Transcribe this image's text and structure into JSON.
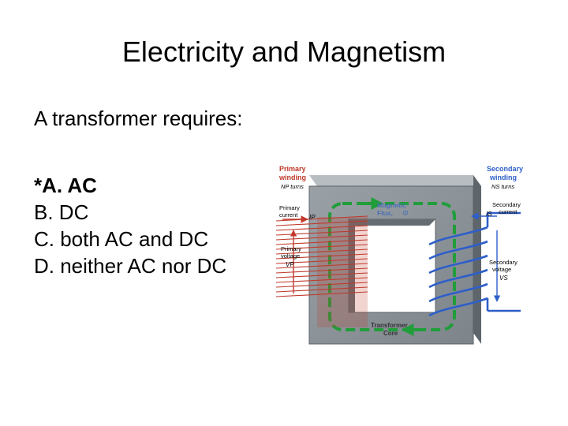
{
  "slide": {
    "title": "Electricity and Magnetism",
    "question": "A transformer requires:",
    "options": [
      {
        "text": "*A. AC",
        "correct": true
      },
      {
        "text": "B. DC",
        "correct": false
      },
      {
        "text": "C. both AC and DC",
        "correct": false
      },
      {
        "text": "D. neither AC nor DC",
        "correct": false
      }
    ]
  },
  "diagram": {
    "primary_winding": [
      "Primary",
      "winding"
    ],
    "primary_turns": "NP turns",
    "secondary_winding": [
      "Secondary",
      "winding"
    ],
    "secondary_turns": "NS turns",
    "primary_current": [
      "Primary",
      "current"
    ],
    "primary_current_symbol": "IP",
    "primary_voltage": [
      "Primary",
      "voltage"
    ],
    "primary_voltage_symbol": "VP",
    "magnetic_flux": [
      "Magnetic",
      "Flux,"
    ],
    "flux_symbol": "Φ",
    "secondary_current": [
      "Secondary",
      "current"
    ],
    "secondary_current_symbol": "IS",
    "secondary_voltage": [
      "Secondary",
      "voltage"
    ],
    "secondary_voltage_symbol": "VS",
    "core_label": [
      "Transformer",
      "Core"
    ],
    "colors": {
      "primary": "#c0392b",
      "secondary": "#2e5fc9",
      "flux": "#1f9e3a",
      "core": "#7f868b"
    }
  }
}
